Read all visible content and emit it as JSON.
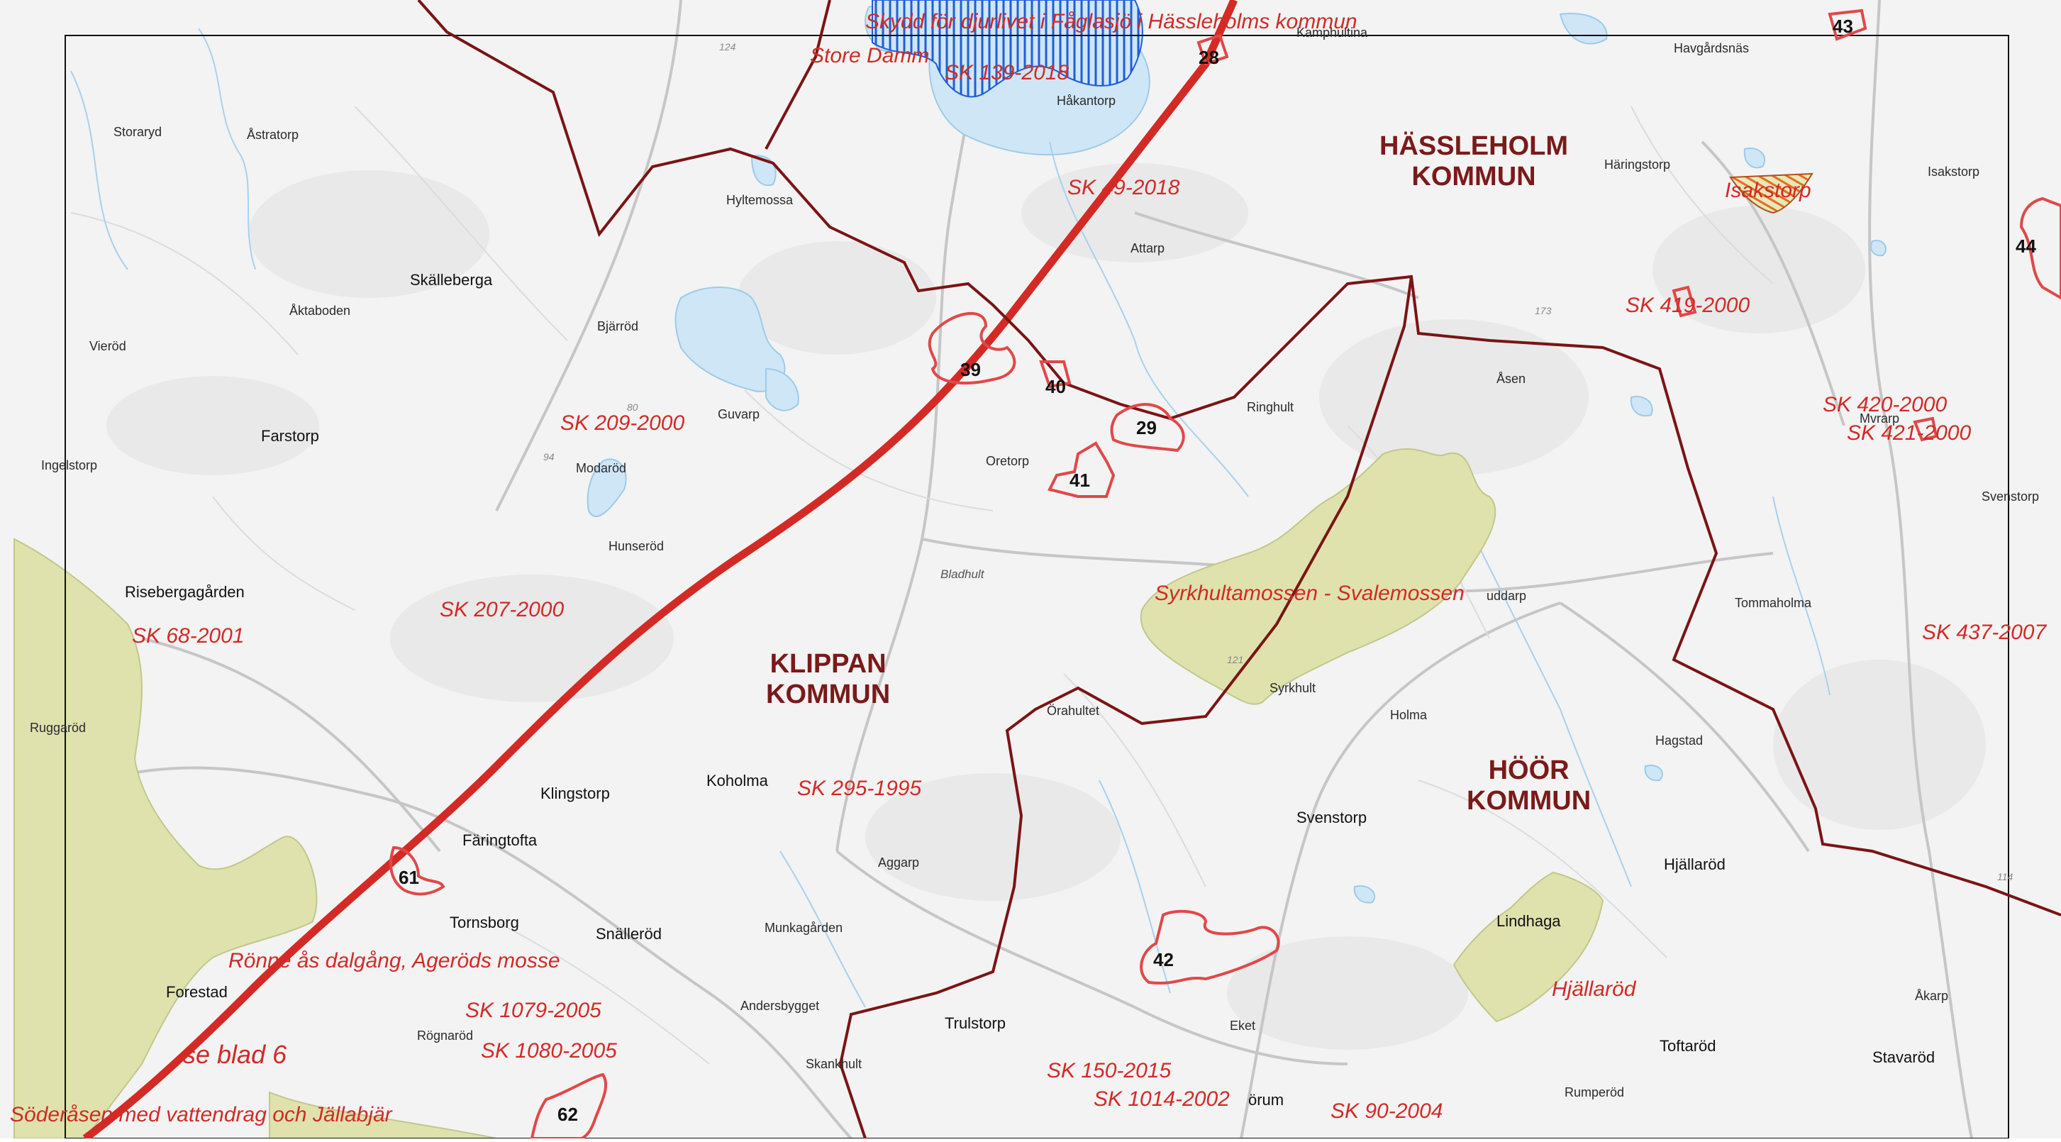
{
  "colors": {
    "background": "#f3f3f3",
    "water": "#cfe6f7",
    "reserve_fill": "#dfe2ad",
    "municipal_border": "#7b1414",
    "railway": "#d42a25",
    "site_outline": "#e04848",
    "labels_red": "#d12b27",
    "kommun_label": "#7a1a1a"
  },
  "kommuner": {
    "hassleholm": [
      "HÄSSLEHOLM",
      "KOMMUN"
    ],
    "klippan": [
      "KLIPPAN",
      "KOMMUN"
    ],
    "hoor": [
      "HÖÖR",
      "KOMMUN"
    ]
  },
  "areas": {
    "faglasjo": "Skydd för djurlivet i Fåglasjö i Hässleholms kommun",
    "store_damm": "Store Damm",
    "isakstorp": "Isakstorp",
    "syrkhultamossen": "Syrkhultamossen - Svalemossen",
    "ronne": "Rönne ås dalgång, Ageröds mosse",
    "hjallarod": "Hjällaröd",
    "soderasen": "Söderåsen med vattendrag och Jällabjär",
    "se_blad": "se blad 6"
  },
  "references": {
    "sk139": "SK 139-2018",
    "sk49": "SK 49-2018",
    "sk419": "SK 419-2000",
    "sk420": "SK 420-2000",
    "sk421": "SK 421-2000",
    "sk437": "SK 437-2007",
    "sk209": "SK 209-2000",
    "sk207": "SK 207-2000",
    "sk68": "SK 68-2001",
    "sk295": "SK 295-1995",
    "sk1079": "SK 1079-2005",
    "sk1080": "SK 1080-2005",
    "sk150": "SK 150-2015",
    "sk1014": "SK 1014-2002",
    "sk90": "SK 90-2004"
  },
  "sites": {
    "s28": "28",
    "s29": "29",
    "s39": "39",
    "s40": "40",
    "s41": "41",
    "s42": "42",
    "s43": "43",
    "s44": "44",
    "s61": "61",
    "s62": "62"
  },
  "places": {
    "storaryd": "Storaryd",
    "astratorp": "Åstratorp",
    "hyltemossa": "Hyltemossa",
    "hakantorp": "Håkantorp",
    "kamphultina": "Kamphultina",
    "havgardsnas": "Havgårdsnäs",
    "haringstorp": "Häringstorp",
    "isakstorp_place": "Isakstorp",
    "skalleberga": "Skälleberga",
    "aktaboden": "Åktaboden",
    "vierod": "Vieröd",
    "bjarrod": "Bjärröd",
    "attarp": "Attarp",
    "asen": "Åsen",
    "ringhult": "Ringhult",
    "guvarp": "Guvarp",
    "farstorp": "Farstorp",
    "ingelstorp": "Ingelstorp",
    "modarod": "Modaröd",
    "oretorp": "Oretorp",
    "mvrarp": "Mvrarp",
    "svenstorp_e": "Svenstorp",
    "hunserod": "Hunseröd",
    "bladhult": "Bladhult",
    "risebergagarden": "Risebergagården",
    "uddarp": "uddarp",
    "tommaholma": "Tommaholma",
    "syrkhult": "Syrkhult",
    "orahultet": "Örahultet",
    "holma": "Holma",
    "ruggarod": "Ruggaröd",
    "hagstad": "Hagstad",
    "klingstorp": "Klingstorp",
    "koholma": "Koholma",
    "svenstorp": "Svenstorp",
    "faringtofta": "Färingtofta",
    "aggarp": "Aggarp",
    "hjallarod_place": "Hjällaröd",
    "tornsborg": "Tornsborg",
    "snallerod": "Snälleröd",
    "munkagarden": "Munkagården",
    "lindhaga": "Lindhaga",
    "forestad": "Forestad",
    "andersbygget": "Andersbygget",
    "akarp": "Åkarp",
    "trulstorp": "Trulstorp",
    "eket": "Eket",
    "rognarod": "Rögnaröd",
    "toftarod": "Toftaröd",
    "skankhult": "Skankhult",
    "stavarod": "Stavaröd",
    "rumperod": "Rumperöd",
    "orum": "örum"
  },
  "elevations": {
    "e124": "124",
    "e173": "173",
    "e80": "80",
    "e94": "94",
    "e121": "121",
    "e114": "114"
  }
}
